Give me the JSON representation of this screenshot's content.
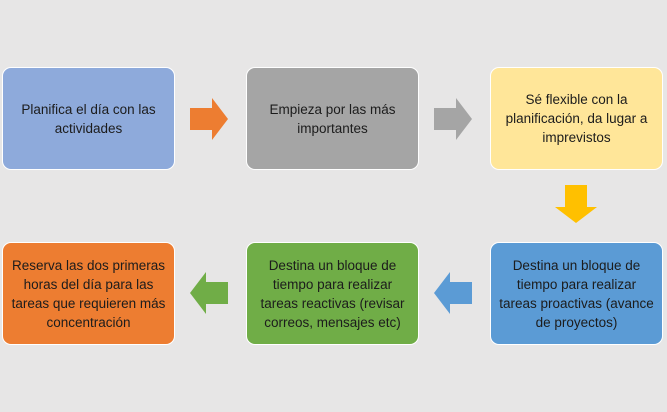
{
  "steps": [
    {
      "text": "Planifica el día con las actividades",
      "color": "#8eaadb"
    },
    {
      "text": "Empieza por las más importantes",
      "color": "#a5a5a5"
    },
    {
      "text": "Sé flexible con la planificación, da lugar a imprevistos",
      "color": "#ffe699"
    },
    {
      "text": "Destina un bloque de tiempo para realizar tareas proactivas (avance de proyectos)",
      "color": "#5b9bd5"
    },
    {
      "text": "Destina un bloque de tiempo para realizar tareas reactivas (revisar correos, mensajes etc)",
      "color": "#70ad47"
    },
    {
      "text": "Reserva las dos primeras horas del día para las tareas que requieren más concentración",
      "color": "#ed7d31"
    }
  ],
  "arrow_colors": [
    "#ed7d31",
    "#a5a5a5",
    "#ffc000",
    "#5b9bd5",
    "#70ad47"
  ]
}
